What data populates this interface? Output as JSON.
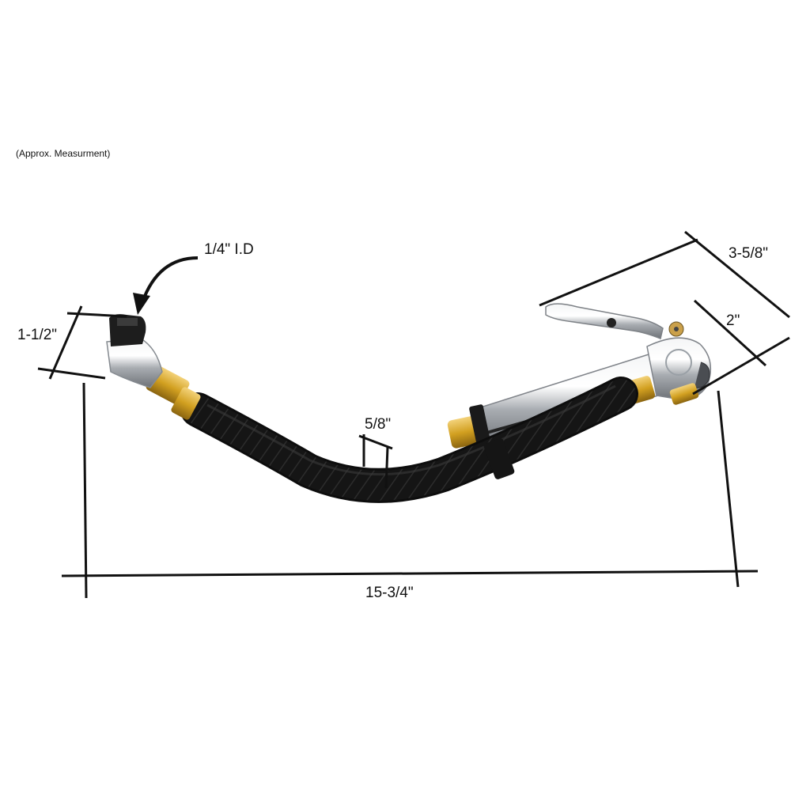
{
  "note": "(Approx. Measurment)",
  "dimensions": {
    "inner_diameter": "1/4\" I.D",
    "tip_height": "1-1/2\"",
    "hose_diameter": "5/8\"",
    "head_width": "3-5/8\"",
    "body_depth": "2\"",
    "overall_length": "15-3/4\""
  },
  "colors": {
    "hose": "#141414",
    "brass": "#d2a020",
    "chrome": "#c9ccd0",
    "dimension_line": "#111111"
  }
}
